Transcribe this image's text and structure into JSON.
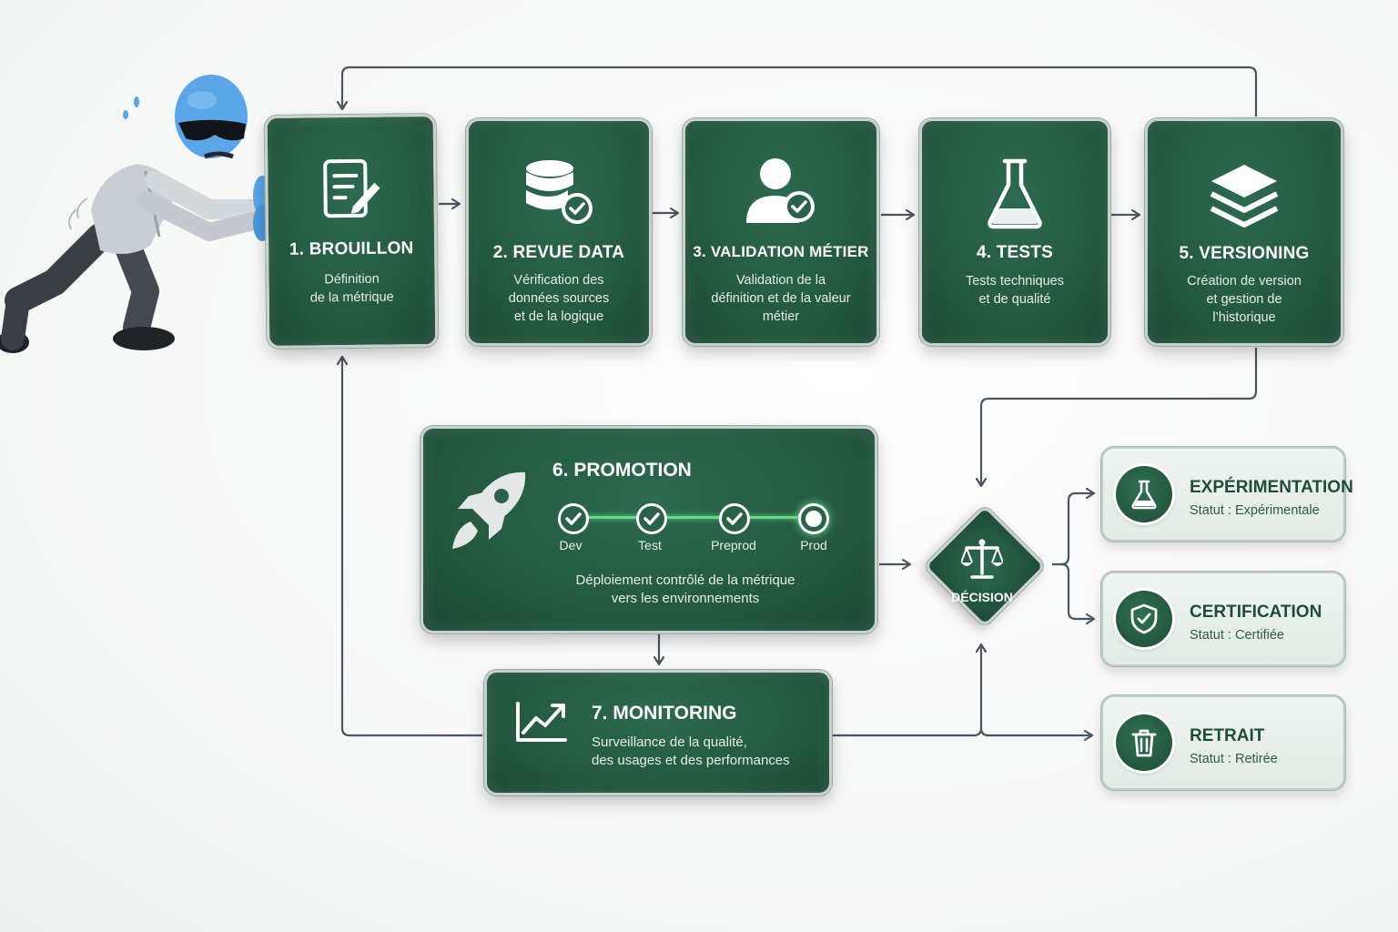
{
  "steps": [
    {
      "title": "1. BROUILLON",
      "desc": "Définition\nde la métrique",
      "icon": "document-edit-icon"
    },
    {
      "title": "2. REVUE DATA",
      "desc": "Vérification des\ndonnées sources\net de la logique",
      "icon": "database-check-icon"
    },
    {
      "title": "3. VALIDATION MÉTIER",
      "desc": "Validation de la\ndéfinition et de la valeur\nmétier",
      "icon": "user-check-icon"
    },
    {
      "title": "4. TESTS",
      "desc": "Tests techniques\net de qualité",
      "icon": "flask-icon"
    },
    {
      "title": "5. VERSIONING",
      "desc": "Création de version\net gestion de\nl’historique",
      "icon": "layers-icon"
    }
  ],
  "promotion": {
    "title": "6. PROMOTION",
    "desc": "Déploiement contrôlé de la métrique\nvers les environnements",
    "icon": "rocket-icon",
    "stages": [
      "Dev",
      "Test",
      "Preprod",
      "Prod"
    ],
    "completed_stages": 3
  },
  "monitoring": {
    "title": "7. MONITORING",
    "desc": "Surveillance de la qualité,\ndes usages et des performances",
    "icon": "trend-chart-icon"
  },
  "decision": {
    "label": "DÉCISION",
    "icon": "scales-icon"
  },
  "outcomes": [
    {
      "title": "EXPÉRIMENTATION",
      "status": "Statut : Expérimentale",
      "icon": "flask-icon"
    },
    {
      "title": "CERTIFICATION",
      "status": "Statut : Certifiée",
      "icon": "shield-check-icon"
    },
    {
      "title": "RETRAIT",
      "status": "Statut : Retirée",
      "icon": "trash-icon"
    }
  ],
  "colors": {
    "card_green": "#245a40",
    "accent_green": "#66d98a",
    "connector": "#4a5560",
    "mascot_skin": "#5aa6e8"
  }
}
